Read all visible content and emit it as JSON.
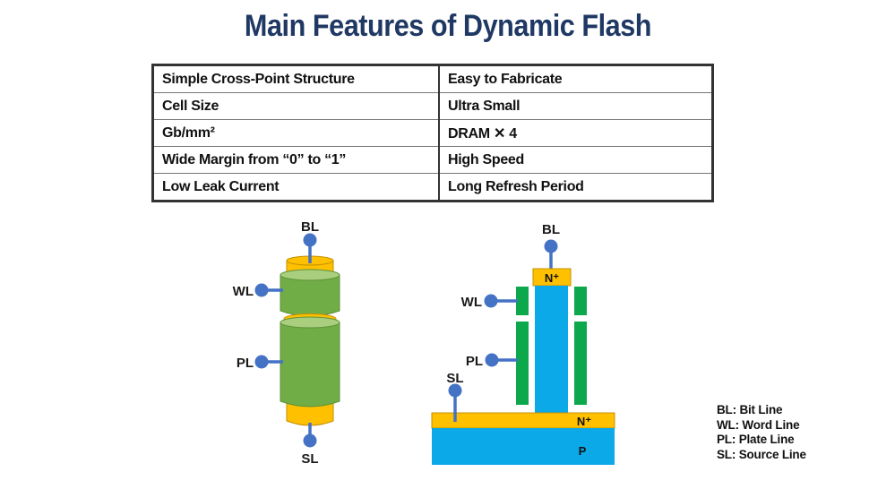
{
  "title": "Main Features of Dynamic Flash",
  "table": {
    "rows": [
      {
        "feature": "Simple Cross-Point Structure",
        "benefit": "Easy to Fabricate"
      },
      {
        "feature": "Cell Size",
        "benefit": "Ultra Small"
      },
      {
        "feature": "Gb/mm²",
        "benefit": "DRAM ✕ 4"
      },
      {
        "feature": "Wide Margin from “0” to “1”",
        "benefit": "High Speed"
      },
      {
        "feature": "Low Leak Current",
        "benefit": "Long Refresh Period"
      }
    ]
  },
  "cylinder_diagram": {
    "bl_label": "BL",
    "wl_label": "WL",
    "pl_label": "PL",
    "sl_label": "SL"
  },
  "cross_section_diagram": {
    "bl_label": "BL",
    "wl_label": "WL",
    "pl_label": "PL",
    "sl_label": "SL",
    "n_plus_top": "N⁺",
    "n_plus_bottom": "N⁺",
    "p_substrate": "P"
  },
  "legend": {
    "items": [
      "BL: Bit Line",
      "WL: Word Line",
      "PL: Plate Line",
      "SL: Source Line"
    ]
  },
  "colors": {
    "title_text": "#1F3864",
    "connector_blue": "#4472C4",
    "yellow": "#FFC000",
    "cylinder_green": "#70AD47",
    "cylinder_green_light": "#A9CE7D",
    "gate_green": "#0DA84B",
    "silicon_cyan": "#0BA9E8"
  }
}
